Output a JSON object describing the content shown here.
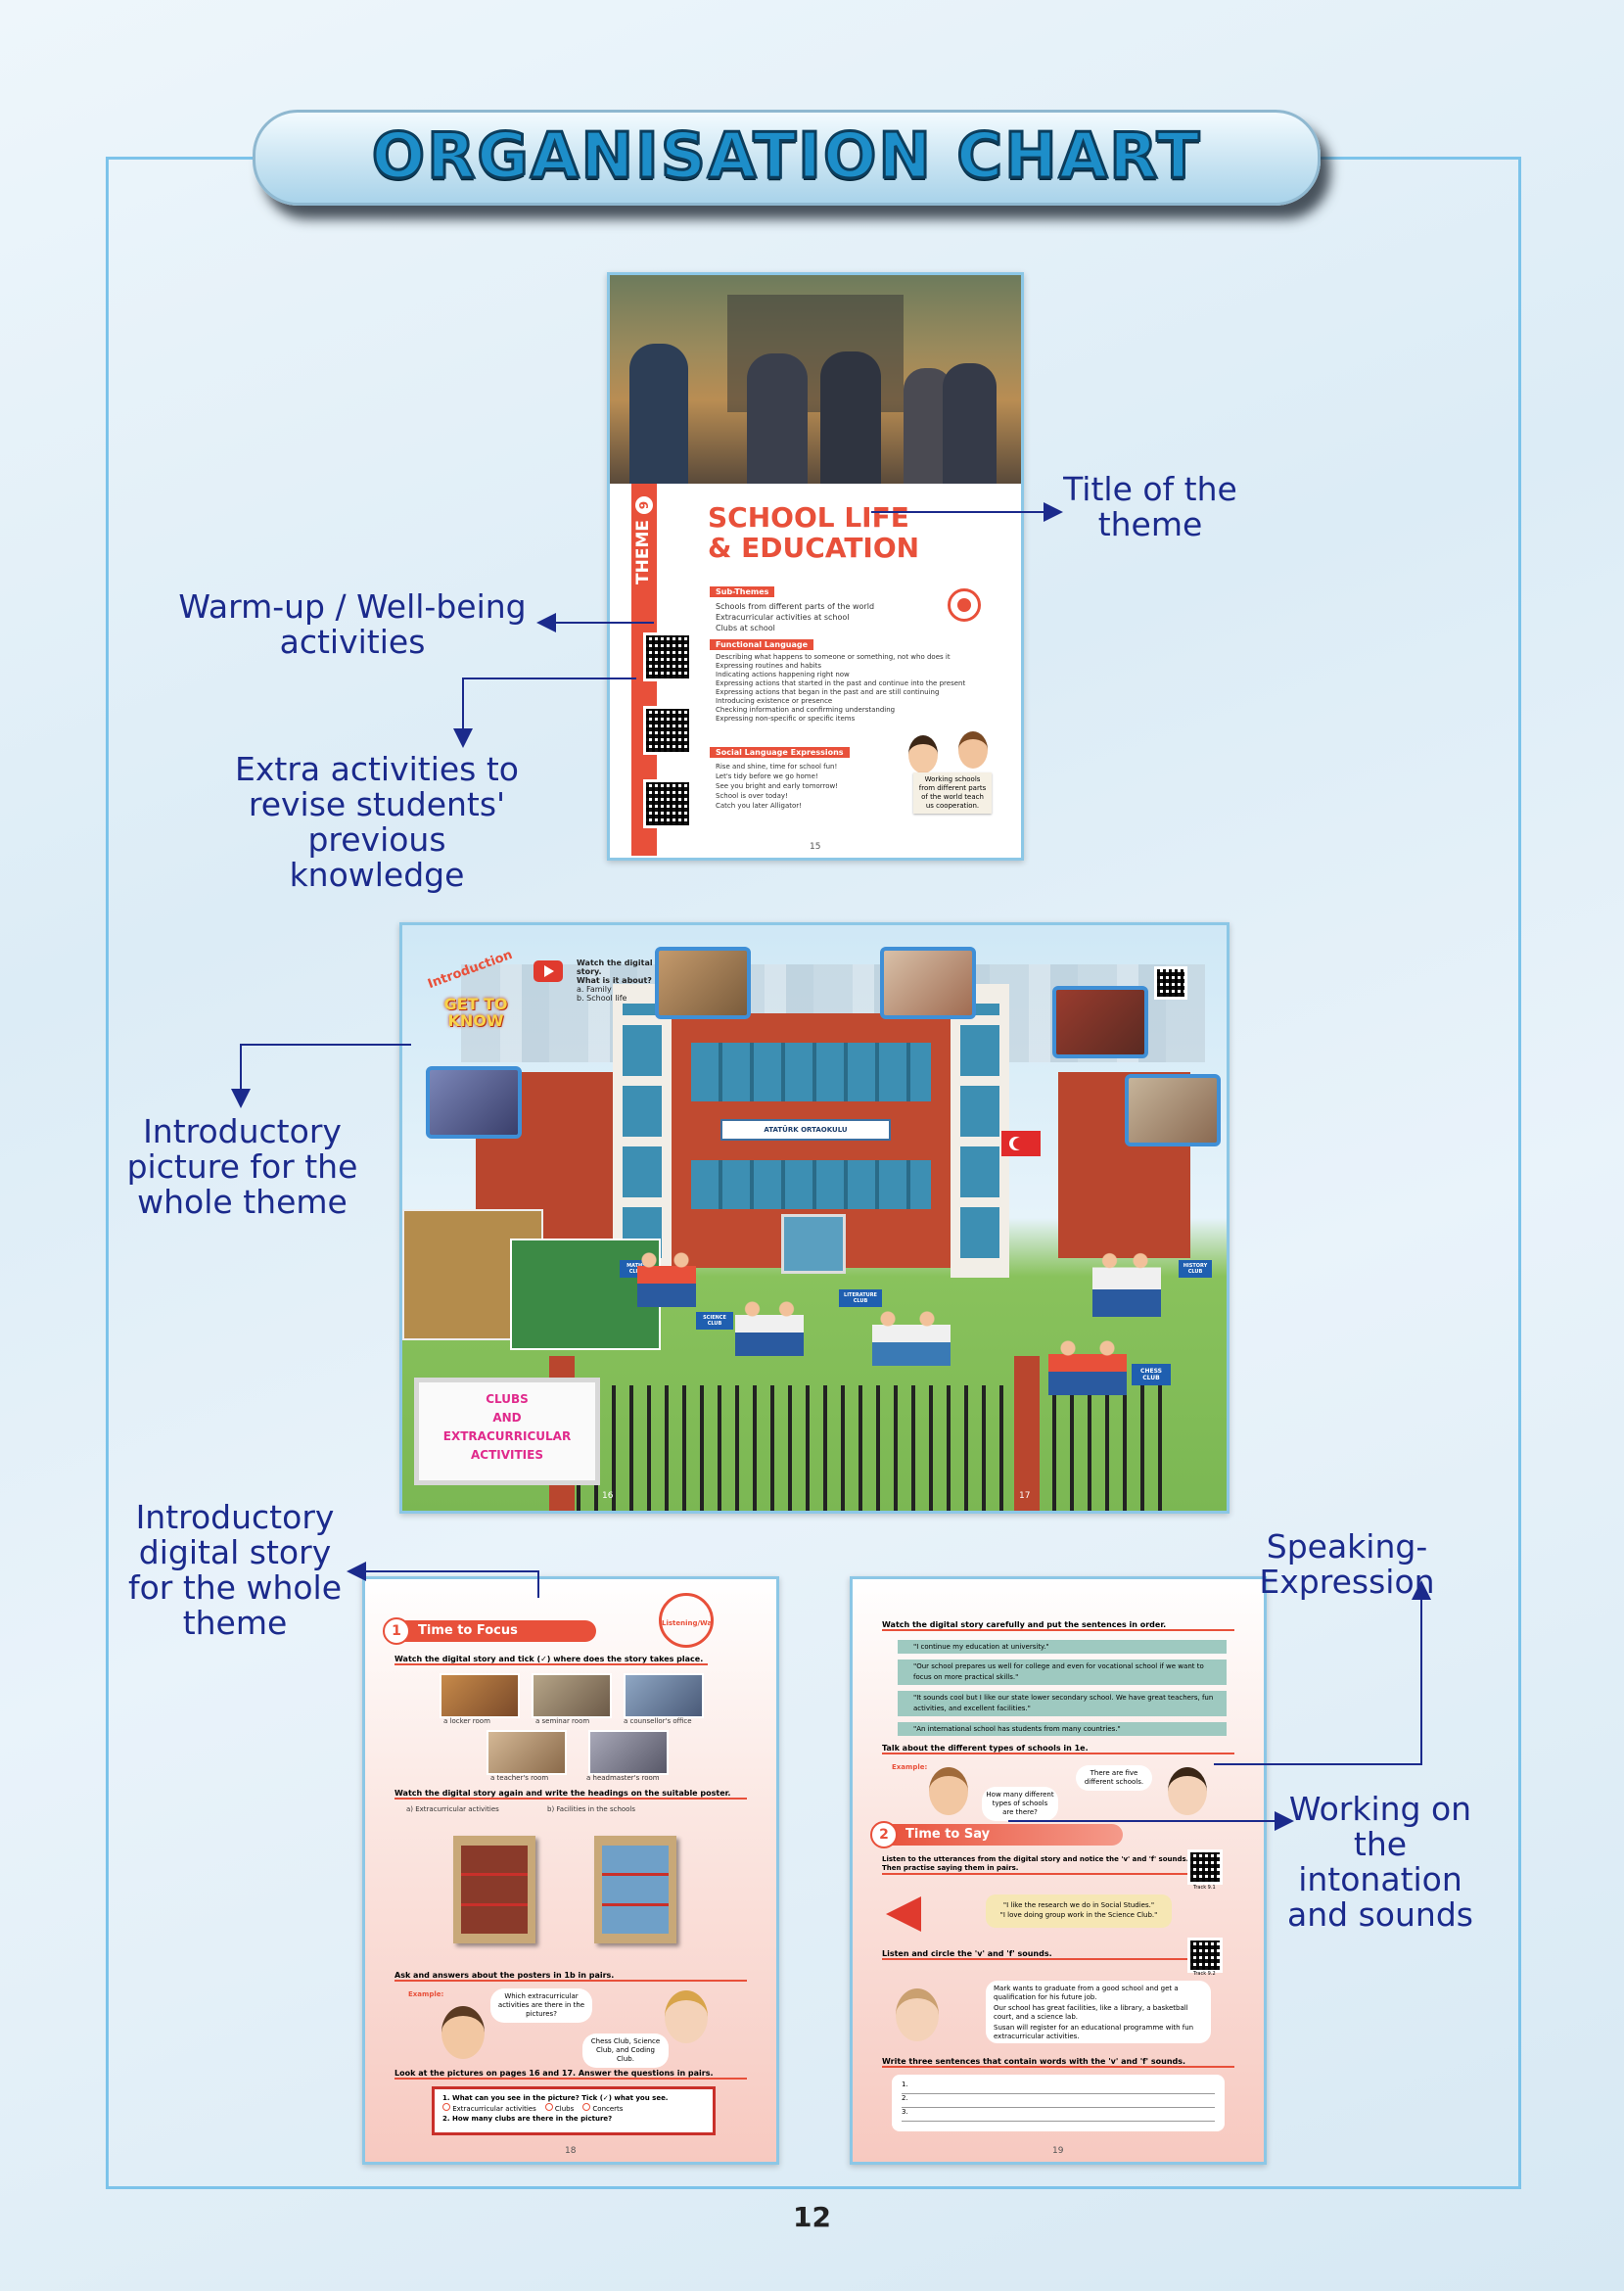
{
  "header": {
    "title": "ORGANISATION CHART"
  },
  "annotations": {
    "title_of_theme": "Title of the theme",
    "warmup": "Warm-up / Well-being activities",
    "extra": "Extra activities to revise students' previous knowledge",
    "intro_picture": "Introductory picture for the whole theme",
    "intro_story": "Introductory digital story for the whole theme",
    "speaking": "Speaking-Expression",
    "intonation": "Working on the intonation and sounds"
  },
  "theme_page": {
    "theme_label": "THEME",
    "theme_number": "9",
    "title_line1": "SCHOOL LIFE",
    "title_line2": "& EDUCATION",
    "sub_themes_label": "Sub-Themes",
    "sub_themes": [
      "Schools from different parts of the world",
      "Extracurricular activities at school",
      "Clubs at school"
    ],
    "functional_label": "Functional Language",
    "functional": [
      "Describing what happens to someone or something, not who does it",
      "Expressing routines and habits",
      "Indicating actions happening right now",
      "Expressing actions that started in the past and continue into the present",
      "Expressing actions that began in the past and are still continuing",
      "Introducing existence or presence",
      "Checking information and confirming understanding",
      "Expressing non-specific or specific items"
    ],
    "social_label": "Social Language Expressions",
    "social": [
      "Rise and shine, time for school fun!",
      "Let's tidy before we go home!",
      "See you bright and early tomorrow!",
      "School is over today!",
      "Catch you later Alligator!"
    ],
    "speech": "Working schools from different parts of the world teach us cooperation.",
    "page_number": "15"
  },
  "spread": {
    "intro_label": "Introduction",
    "get_to_know": "GET TO KNOW",
    "video_q1": "Watch the digital story.",
    "video_q2": "What is it about?",
    "video_a": "a. Family",
    "video_b": "b. School life",
    "banner_line1": "CLUBS",
    "banner_line2": "AND",
    "banner_line3": "EXTRACURRICULAR",
    "banner_line4": "ACTIVITIES",
    "clubs": [
      "MATHS CLUB",
      "SCIENCE CLUB",
      "LITERATURE CLUB",
      "HISTORY CLUB",
      "CHESS CLUB"
    ],
    "school_sign": "ATATÜRK ORTAOKULU",
    "page_left": "16",
    "page_right": "17"
  },
  "page18": {
    "section_num": "1",
    "section_title": "Time to Focus",
    "badge": "Listening/Watching",
    "q_a": "Watch the digital story and tick (✓) where does the story takes place.",
    "rooms": [
      "a locker room",
      "a seminar room",
      "a counsellor's office",
      "a teacher's room",
      "a headmaster's room"
    ],
    "q_b": "Watch the digital story again and write the headings on the suitable poster.",
    "opt_a": "a) Extracurricular activities",
    "opt_b": "b) Facilities in the schools",
    "q_c": "Ask and answers about the posters in 1b in pairs.",
    "example": "Example:",
    "bubble1": "Which extracurricular activities are there in the pictures?",
    "bubble2": "Chess Club, Science Club, and Coding Club.",
    "q_d": "Look at the pictures on pages 16 and 17. Answer the questions in pairs.",
    "q_d1": "1. What can you see in the picture? Tick (✓) what you see.",
    "q_d1_opts": [
      "Extracurricular activities",
      "Clubs",
      "Concerts"
    ],
    "q_d2": "2. How many clubs are there in the picture?",
    "page_number": "18"
  },
  "page19": {
    "q_e": "Watch the digital story carefully and put the sentences in order.",
    "sentences": [
      "\"I continue my education at university.\"",
      "\"Our school prepares us well for college and even for vocational school if we want to focus on more practical skills.\"",
      "\"It sounds cool but I like our state lower secondary school. We have great teachers, fun activities, and excellent facilities.\"",
      "\"An international school has students from many countries.\""
    ],
    "q_f": "Talk about the different types of schools in 1e.",
    "example": "Example:",
    "bubble1": "How many different types of schools are there?",
    "bubble2": "There are five different schools.",
    "section_num": "2",
    "section_title": "Time to Say",
    "q_a": "Listen to the utterances from the digital story and notice the 'v' and 'f' sounds. Then practise saying them in pairs.",
    "quote1": "\"I like the research we do in Social Studies.\"",
    "quote2": "\"I love doing group work in the Science Club.\"",
    "track1": "Track 9.1",
    "q_b": "Listen and circle the 'v' and 'f' sounds.",
    "track2": "Track 9.2",
    "bullets": [
      "Mark wants to graduate from a good school and get a qualification for his future job.",
      "Our school has great facilities, like a library, a basketball court, and a science lab.",
      "Susan will register for an educational programme with fun extracurricular activities."
    ],
    "q_c": "Write three sentences that contain words with the 'v' and 'f' sounds.",
    "lines": [
      "1.",
      "2.",
      "3."
    ],
    "page_number": "19"
  },
  "footer": {
    "page_number": "12"
  }
}
